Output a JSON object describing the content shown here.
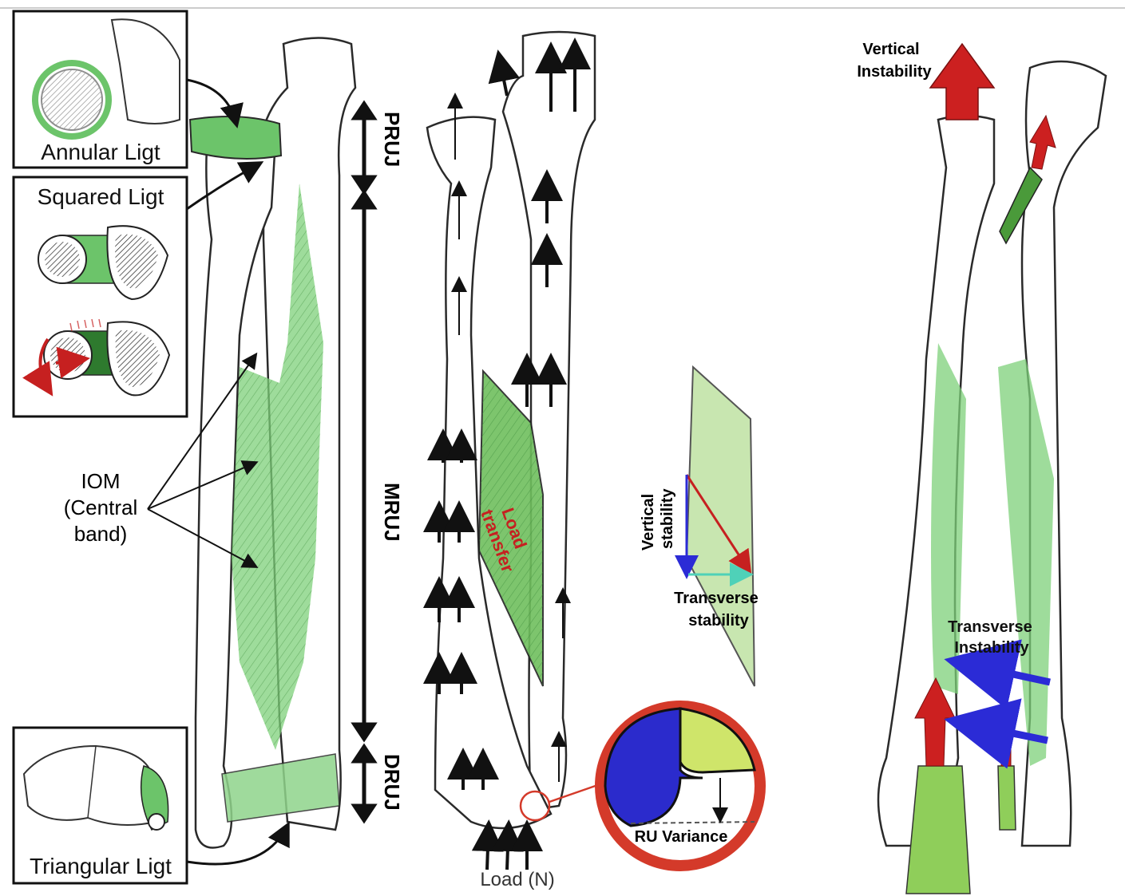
{
  "insets": {
    "annular": "Annular Ligt",
    "squared": "Squared Ligt",
    "triangular": "Triangular Ligt"
  },
  "labels": {
    "iom_line1": "IOM",
    "iom_line2": "(Central",
    "iom_line3": "band)",
    "pruj": "PRUJ",
    "mruj": "MRUJ",
    "druj": "DRUJ",
    "load_transfer_1": "Load",
    "load_transfer_2": "transfer",
    "load": "Load (N)",
    "vertical_stability_1": "Vertical",
    "vertical_stability_2": "stability",
    "transverse_stability_1": "Transverse",
    "transverse_stability_2": "stability",
    "ru_variance": "RU Variance",
    "vertical_instability_1": "Vertical",
    "vertical_instability_2": "Instability",
    "transverse_instability_1": "Transverse",
    "transverse_instability_2": "Instability"
  },
  "colors": {
    "ligament_green": "#6cc46a",
    "bone_outline": "#2a2a2a",
    "red_arrow": "#d42a2a",
    "blue_arrow": "#2b2bd6",
    "teal_arrow": "#4fd1b8",
    "ru_blue": "#2b2bcc",
    "ru_yellow": "#cfe56a",
    "ru_ring": "#d43a2a"
  }
}
